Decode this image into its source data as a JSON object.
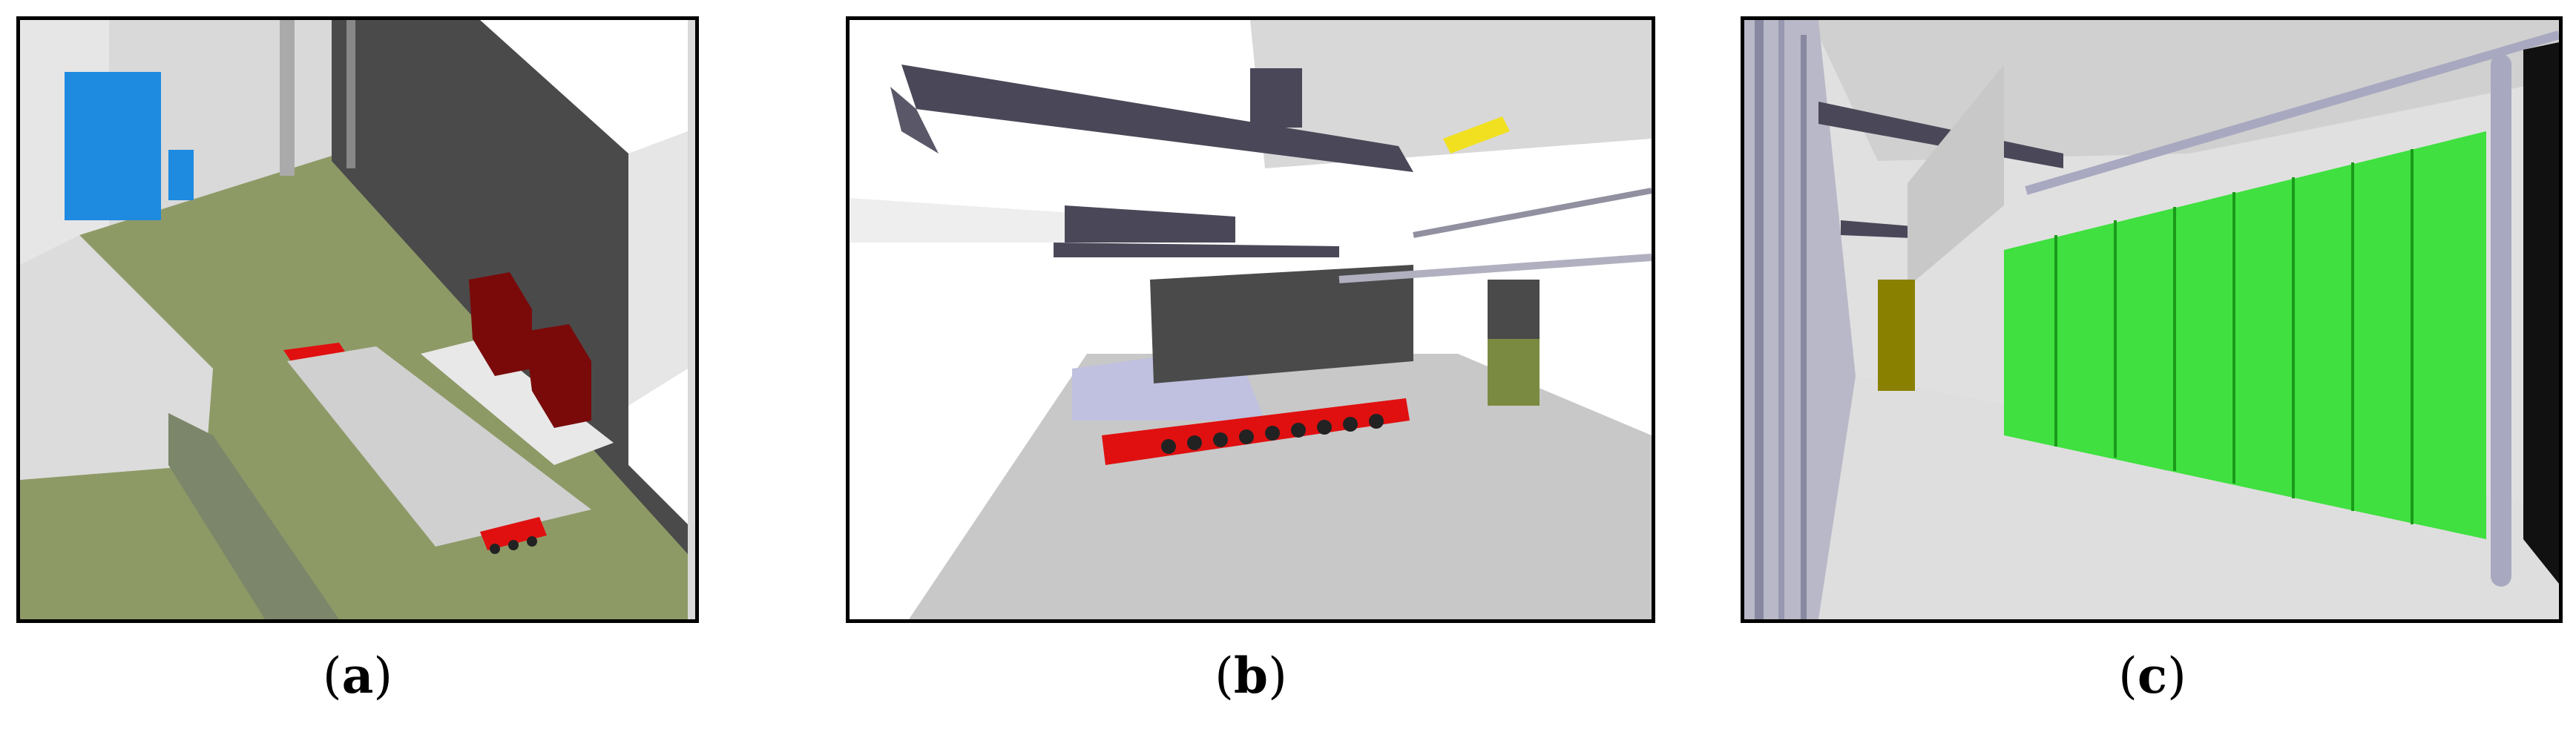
{
  "figure": {
    "panels": [
      {
        "id": "a",
        "caption_open": "(",
        "caption_letter": "a",
        "caption_close": ")"
      },
      {
        "id": "b",
        "caption_open": "(",
        "caption_letter": "b",
        "caption_close": ")"
      },
      {
        "id": "c",
        "caption_open": "(",
        "caption_letter": "c",
        "caption_close": ")"
      }
    ]
  },
  "colors": {
    "floor_green": "#8e9a66",
    "wall_gray": "#d4d4d4",
    "dark_wall": "#4a4a4a",
    "transporter_red": "#e01010",
    "cabinet_dark_red": "#7a0a0a",
    "door_blue": "#1e8ae0",
    "beam_dark": "#4a4858",
    "screen_green": "#2ee02e",
    "crane_yellow": "#f0e020"
  }
}
